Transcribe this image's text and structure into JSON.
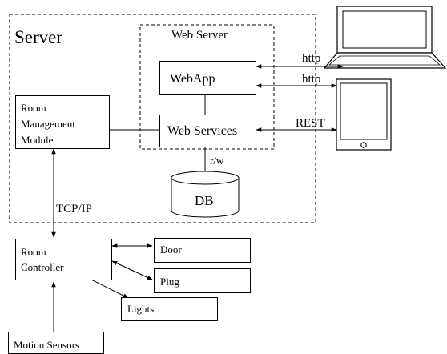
{
  "server": {
    "title": "Server"
  },
  "web_server": {
    "title": "Web Server"
  },
  "webapp": {
    "label": "WebApp"
  },
  "web_services": {
    "label": "Web Services"
  },
  "room_management": {
    "label": "Room\nManagement\nModule"
  },
  "db": {
    "label": "DB",
    "link_label": "r/w"
  },
  "protocols": {
    "http_1": "http",
    "http_2": "http",
    "rest": "REST",
    "tcpip": "TCP/IP"
  },
  "room_controller": {
    "label": "Room\nController"
  },
  "devices": {
    "door": "Door",
    "plug": "Plug",
    "lights": "Lights"
  },
  "motion_sensors": {
    "label": "Motion Sensors"
  },
  "icons": [
    "laptop-icon",
    "tablet-icon",
    "database-icon"
  ]
}
